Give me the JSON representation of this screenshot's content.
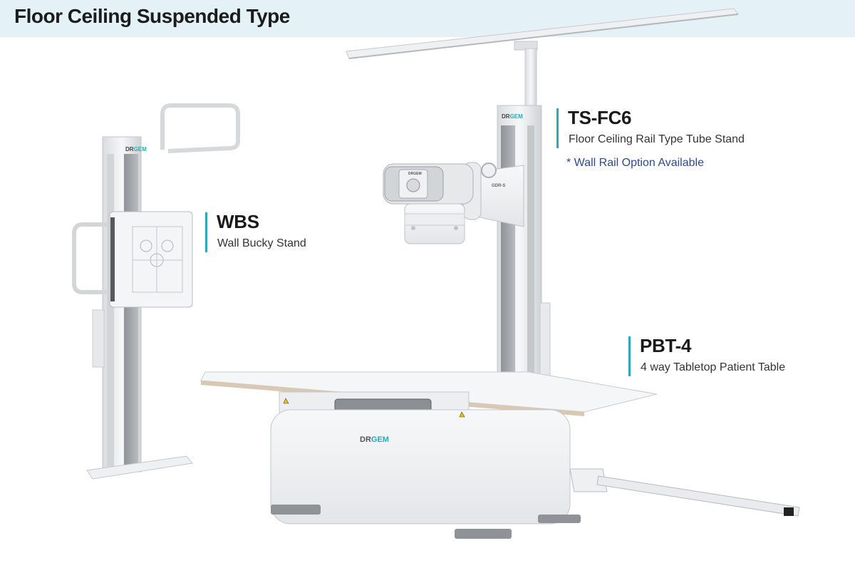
{
  "header": {
    "title": "Floor Ceiling Suspended Type"
  },
  "products": {
    "ts_fc6": {
      "code": "TS-FC6",
      "description": "Floor Ceiling Rail Type Tube Stand",
      "note": "* Wall Rail Option Available"
    },
    "wbs": {
      "code": "WBS",
      "description": "Wall Bucky Stand"
    },
    "pbt4": {
      "code": "PBT-4",
      "description": "4 way Tabletop Patient Table"
    }
  },
  "brand": {
    "logo_dr": "DR",
    "logo_gem": "GEM",
    "tube_model": "GDR-S"
  },
  "colors": {
    "accent": "#29aab7",
    "note": "#2d4a8a",
    "header_bg": "#e4f1f7"
  }
}
